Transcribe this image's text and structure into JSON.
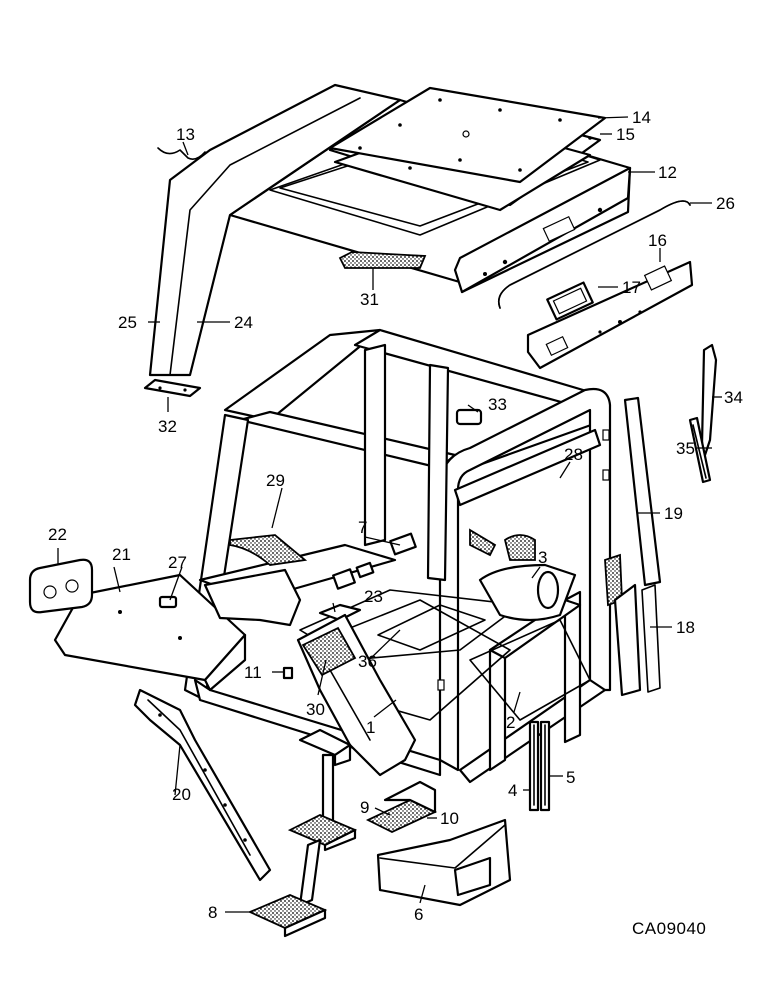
{
  "diagram": {
    "drawing_code": "CA09040",
    "callouts": [
      "1",
      "2",
      "3",
      "4",
      "5",
      "6",
      "7",
      "8",
      "9",
      "10",
      "11",
      "12",
      "13",
      "14",
      "15",
      "16",
      "17",
      "18",
      "19",
      "20",
      "21",
      "22",
      "23",
      "24",
      "25",
      "26",
      "27",
      "28",
      "29",
      "30",
      "31",
      "32",
      "33",
      "34",
      "35",
      "36"
    ]
  }
}
